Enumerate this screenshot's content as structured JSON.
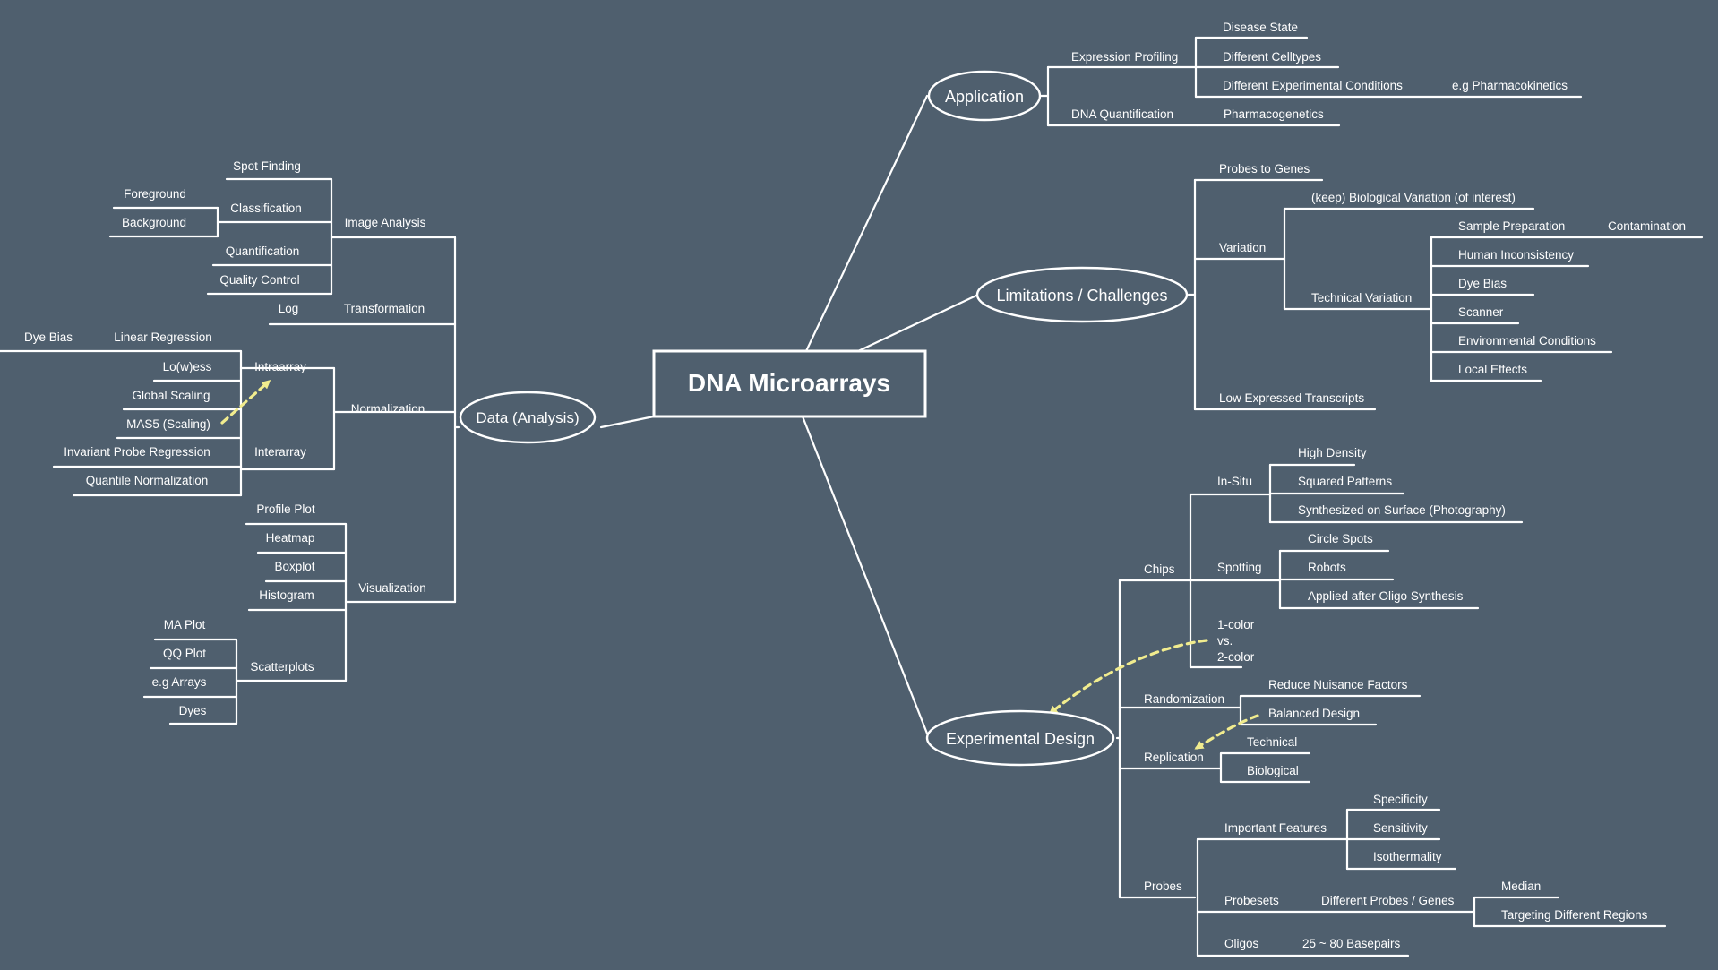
{
  "colors": {
    "background": "#4f5f6e",
    "line": "#ffffff",
    "relation_arrow": "#f1ec8e"
  },
  "root": "DNA Microarrays",
  "branches": {
    "application": "Application",
    "limitations": "Limitations / Challenges",
    "experimental_design": "Experimental Design",
    "data_analysis": "Data (Analysis)"
  },
  "application": {
    "expression_profiling": "Expression Profiling",
    "disease_state": "Disease State",
    "different_celltypes": "Different Celltypes",
    "different_conditions": "Different Experimental Conditions",
    "pharmacokinetics": "e.g Pharmacokinetics",
    "dna_quantification": "DNA Quantification",
    "pharmacogenetics": "Pharmacogenetics"
  },
  "limitations": {
    "probes_to_genes": "Probes to Genes",
    "variation": "Variation",
    "biological_variation": "(keep) Biological Variation (of interest)",
    "technical_variation": "Technical Variation",
    "sample_preparation": "Sample Preparation",
    "contamination": "Contamination",
    "human_inconsistency": "Human Inconsistency",
    "dye_bias": "Dye Bias",
    "scanner": "Scanner",
    "environmental_conditions": "Environmental Conditions",
    "local_effects": "Local Effects",
    "low_expressed": "Low Expressed Transcripts"
  },
  "experimental_design": {
    "chips": "Chips",
    "in_situ": "In-Situ",
    "high_density": "High Density",
    "squared_patterns": "Squared Patterns",
    "synthesized": "Synthesized on Surface (Photography)",
    "spotting": "Spotting",
    "circle_spots": "Circle Spots",
    "robots": "Robots",
    "oligo_synthesis": "Applied after Oligo Synthesis",
    "color_line1": "1-color",
    "color_line2": "vs.",
    "color_line3": "2-color",
    "randomization": "Randomization",
    "reduce_nuisance": "Reduce Nuisance Factors",
    "balanced_design": "Balanced Design",
    "replication": "Replication",
    "technical": "Technical",
    "biological": "Biological",
    "probes": "Probes",
    "important_features": "Important Features",
    "specificity": "Specificity",
    "sensitivity": "Sensitivity",
    "isothermality": "Isothermality",
    "probesets": "Probesets",
    "different_probes": "Different Probes / Genes",
    "median": "Median",
    "targeting_regions": "Targeting Different Regions",
    "oligos": "Oligos",
    "basepairs": "25 ~ 80 Basepairs"
  },
  "data_analysis": {
    "image_analysis": "Image Analysis",
    "spot_finding": "Spot Finding",
    "classification": "Classification",
    "foreground": "Foreground",
    "background": "Background",
    "quantification": "Quantification",
    "quality_control": "Quality Control",
    "transformation": "Transformation",
    "log": "Log",
    "normalization": "Normalization",
    "intraarray": "Intraarray",
    "linear_regression": "Linear Regression",
    "dye_bias": "Dye Bias",
    "lowess": "Lo(w)ess",
    "global_scaling": "Global Scaling",
    "mas5": "MAS5 (Scaling)",
    "interarray": "Interarray",
    "invariant_probe": "Invariant Probe Regression",
    "quantile_normalization": "Quantile Normalization",
    "visualization": "Visualization",
    "profile_plot": "Profile Plot",
    "heatmap": "Heatmap",
    "boxplot": "Boxplot",
    "histogram": "Histogram",
    "scatterplots": "Scatterplots",
    "ma_plot": "MA Plot",
    "qq_plot": "QQ Plot",
    "eg_arrays": "e.g Arrays",
    "dyes": "Dyes"
  }
}
